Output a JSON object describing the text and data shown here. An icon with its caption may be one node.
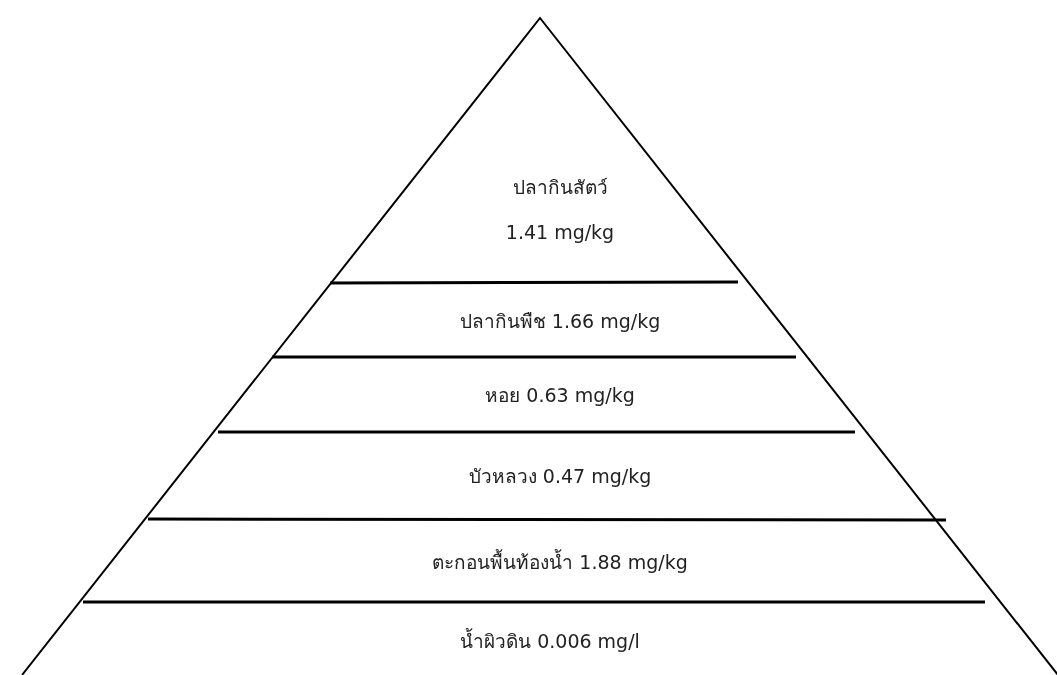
{
  "diagram": {
    "nodes": [
      {
        "text": [
          "ปลากินสัตว์",
          "1.41 mg/kg"
        ]
      },
      {
        "text": [
          "ปลากินพืช 1.66 mg/kg"
        ]
      },
      {
        "text": [
          "หอย 0.63 mg/kg"
        ]
      },
      {
        "text": [
          "บัวหลวง 0.47 mg/kg"
        ]
      },
      {
        "text": [
          "ตะกอนพื้นท้องน้ำ 1.88 mg/kg"
        ]
      },
      {
        "text": [
          "น้ำผิวดิน 0.006 mg/l"
        ]
      }
    ]
  }
}
